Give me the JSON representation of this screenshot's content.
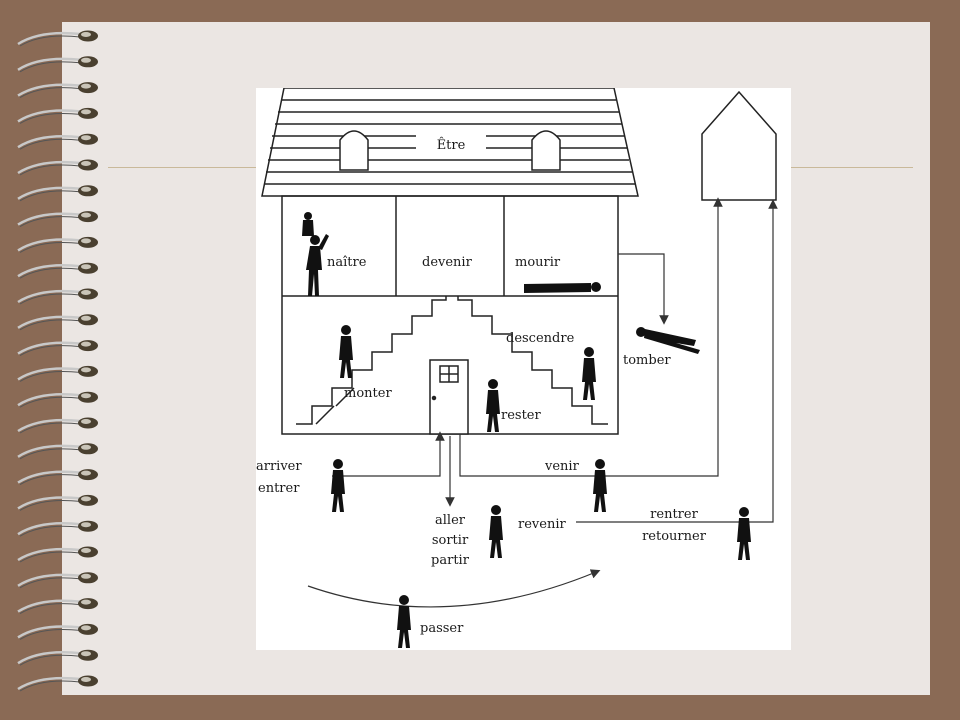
{
  "colors": {
    "background": "#8a6a55",
    "slide": "#ebe6e3",
    "rule": "#c9b99a",
    "ink": "#1a1a1a"
  },
  "diagram": {
    "roof_label": "Être",
    "verbs": {
      "naitre": "naître",
      "devenir": "devenir",
      "mourir": "mourir",
      "tomber": "tomber",
      "descendre": "descendre",
      "monter": "monter",
      "rester": "rester",
      "arriver": "arriver",
      "entrer": "entrer",
      "venir": "venir",
      "aller": "aller",
      "sortir": "sortir",
      "partir": "partir",
      "revenir": "revenir",
      "rentrer": "rentrer",
      "retourner": "retourner",
      "passer": "passer"
    }
  }
}
